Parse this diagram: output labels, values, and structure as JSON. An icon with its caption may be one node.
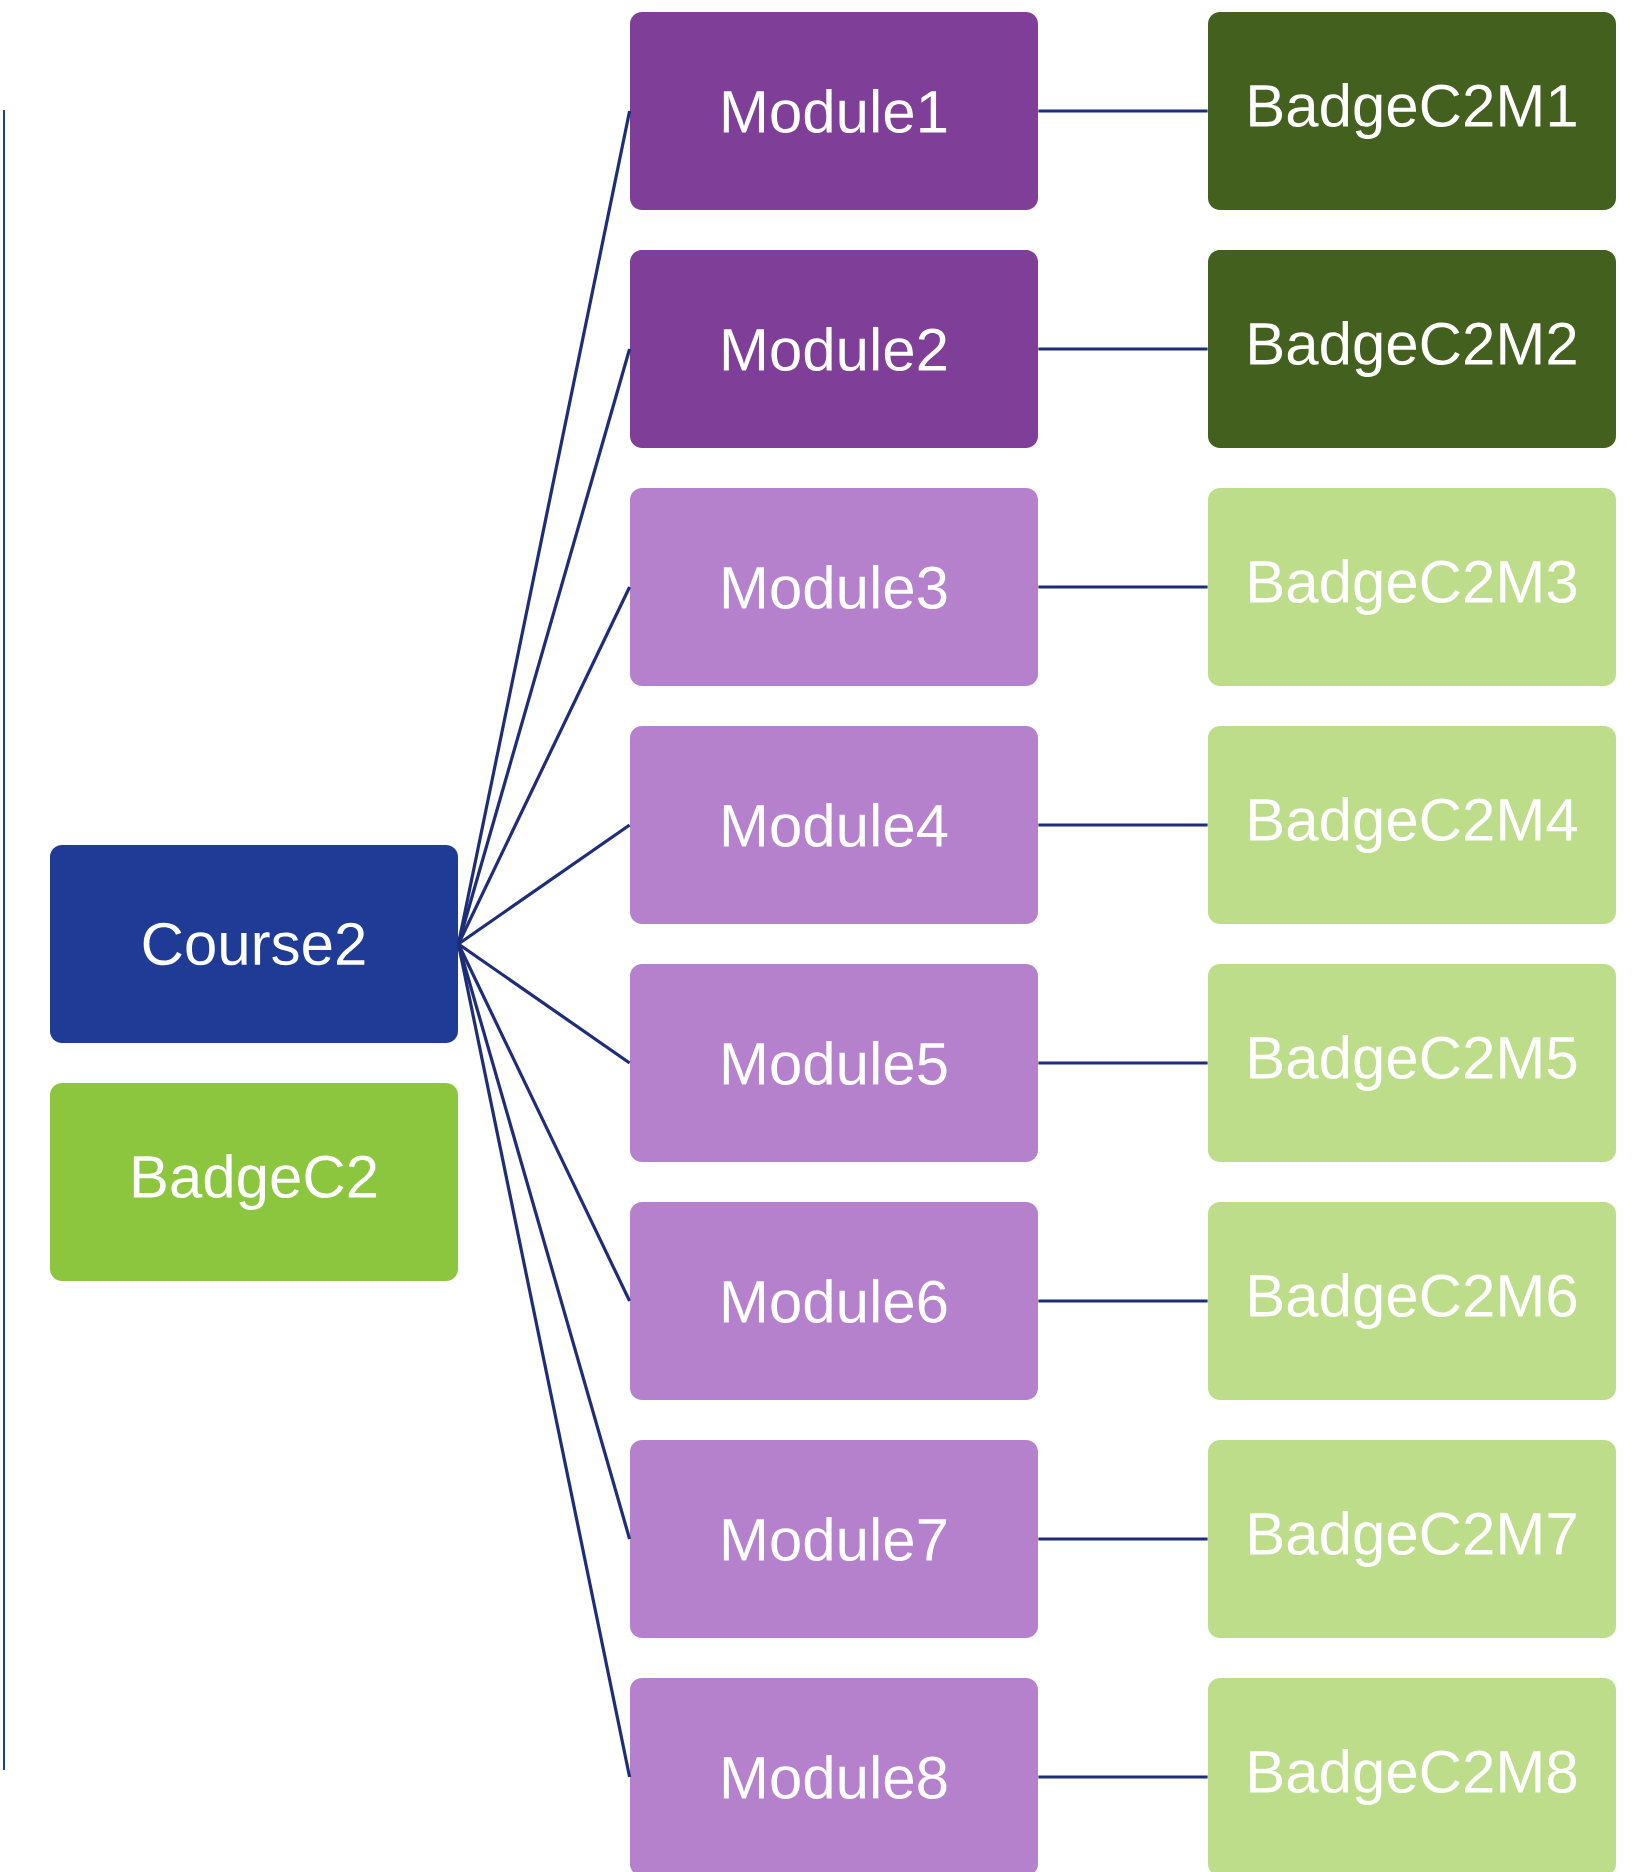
{
  "diagram": {
    "nodes": [
      {
        "text": [
          "Course2"
        ]
      },
      {
        "text": [
          "BadgeC2"
        ]
      },
      {
        "text": [
          "Module1"
        ]
      },
      {
        "text": [
          "Module2"
        ]
      },
      {
        "text": [
          "Module3"
        ]
      },
      {
        "text": [
          "Module4"
        ]
      },
      {
        "text": [
          "Module5"
        ]
      },
      {
        "text": [
          "Module6"
        ]
      },
      {
        "text": [
          "Module7"
        ]
      },
      {
        "text": [
          "Module8"
        ]
      },
      {
        "text": [
          "BadgeC2M1"
        ]
      },
      {
        "text": [
          "BadgeC2M2"
        ]
      },
      {
        "text": [
          "BadgeC2M3"
        ]
      },
      {
        "text": [
          "BadgeC2M4"
        ]
      },
      {
        "text": [
          "BadgeC2M5"
        ]
      },
      {
        "text": [
          "BadgeC2M6"
        ]
      },
      {
        "text": [
          "BadgeC2M7"
        ]
      },
      {
        "text": [
          "BadgeC2M8"
        ]
      }
    ],
    "edges": [
      {
        "from": 0,
        "to": 2,
        "arrow": "none"
      },
      {
        "from": 0,
        "to": 3,
        "arrow": "none"
      },
      {
        "from": 0,
        "to": 4,
        "arrow": "none"
      },
      {
        "from": 0,
        "to": 5,
        "arrow": "none"
      },
      {
        "from": 0,
        "to": 6,
        "arrow": "none"
      },
      {
        "from": 0,
        "to": 7,
        "arrow": "none"
      },
      {
        "from": 0,
        "to": 8,
        "arrow": "none"
      },
      {
        "from": 0,
        "to": 9,
        "arrow": "none"
      },
      {
        "from": 2,
        "to": 10,
        "arrow": "none"
      },
      {
        "from": 3,
        "to": 11,
        "arrow": "none"
      },
      {
        "from": 4,
        "to": 12,
        "arrow": "none"
      },
      {
        "from": 5,
        "to": 13,
        "arrow": "none"
      },
      {
        "from": 6,
        "to": 14,
        "arrow": "none"
      },
      {
        "from": 7,
        "to": 15,
        "arrow": "none"
      },
      {
        "from": 8,
        "to": 16,
        "arrow": "none"
      },
      {
        "from": 9,
        "to": 17,
        "arrow": "none"
      }
    ]
  }
}
